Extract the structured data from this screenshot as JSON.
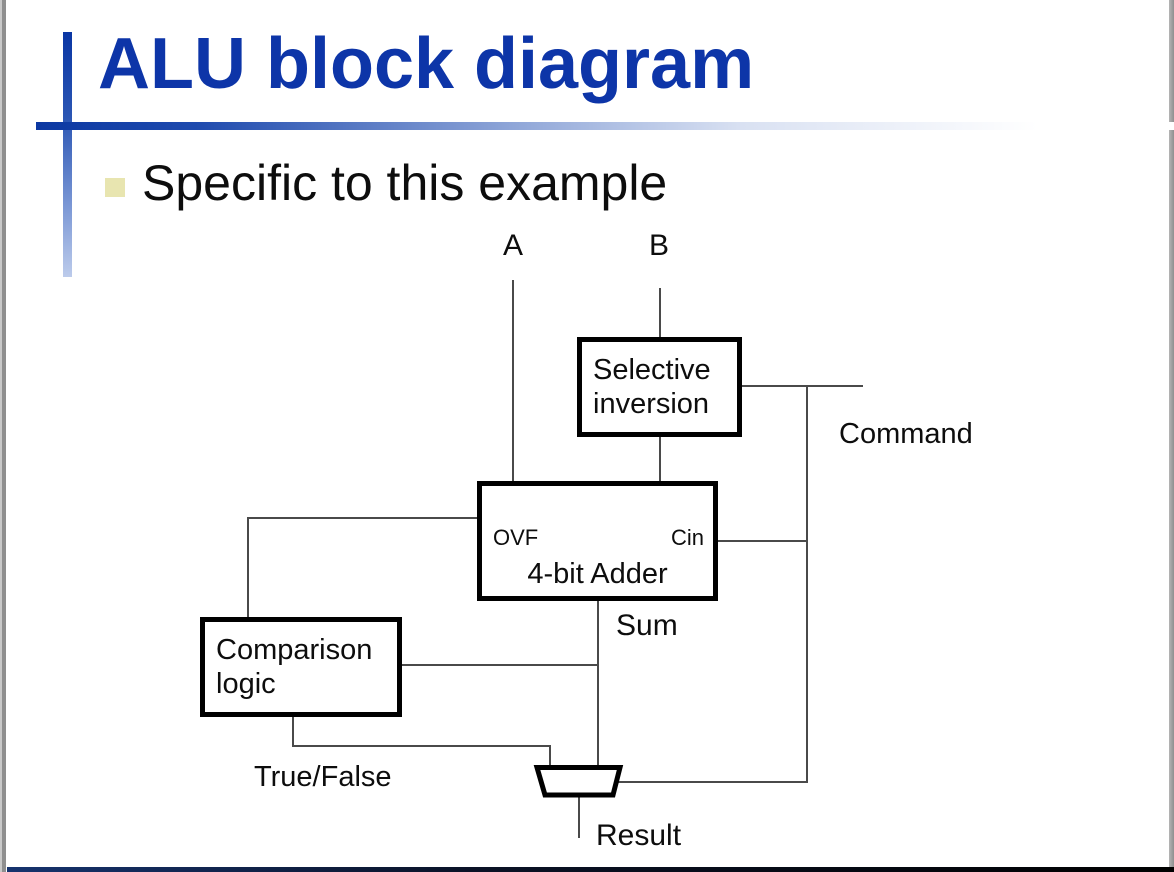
{
  "slide": {
    "title": "ALU block diagram",
    "bullet_text": "Specific to this example"
  },
  "diagram": {
    "blocks": {
      "selective_inversion": {
        "label": "Selective inversion"
      },
      "adder": {
        "label": "4-bit Adder",
        "ovf_pin": "OVF",
        "cin_pin": "Cin"
      },
      "comparison": {
        "label": "Comparison logic"
      },
      "mux": {
        "shape": "trapezoid-2to1-mux"
      }
    },
    "labels": {
      "input_a": "A",
      "input_b": "B",
      "command": "Command",
      "sum": "Sum",
      "true_false": "True/False",
      "result": "Result"
    }
  },
  "colors": {
    "title_blue": "#0d35a8",
    "accent_blue": "#0c38a2",
    "bullet_fill": "#e8e5b0",
    "wire_gray": "#4a4a4a",
    "border_gray": "#8f8f8f"
  }
}
